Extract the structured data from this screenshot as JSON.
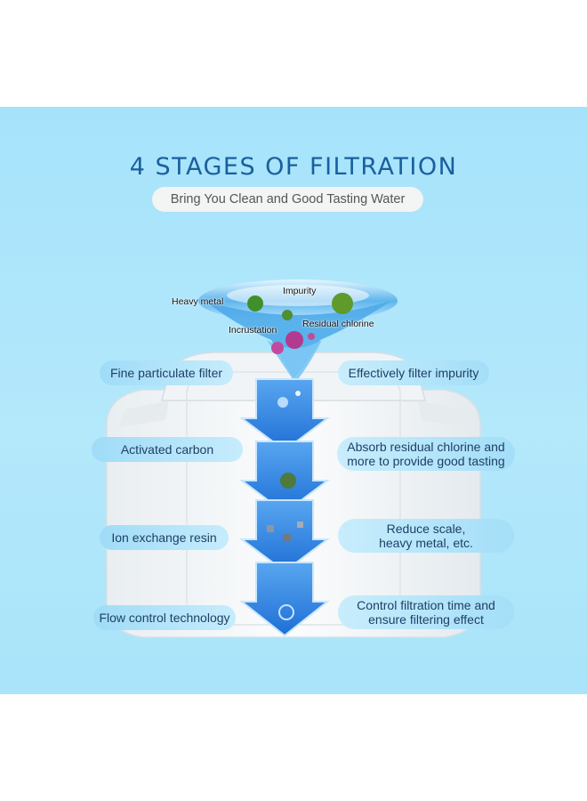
{
  "title": "4 STAGES OF FILTRATION",
  "subtitle": "Bring You Clean and Good Tasting Water",
  "contaminants": {
    "heavy_metal": "Heavy metal",
    "impurity": "Impurity",
    "incrustation": "Incrustation",
    "residual_chlorine": "Residual chlorine"
  },
  "stages": [
    {
      "name": "Fine particulate filter",
      "effect": "Effectively filter impurity"
    },
    {
      "name": "Activated carbon",
      "effect_line1": "Absorb residual chlorine and",
      "effect_line2": "more to provide good tasting"
    },
    {
      "name": "Ion exchange resin",
      "effect_line1": "Reduce scale,",
      "effect_line2": "heavy metal, etc."
    },
    {
      "name": "Flow control technology",
      "effect_line1": "Control filtration time and",
      "effect_line2": "ensure filtering effect"
    }
  ],
  "colors": {
    "background": "#a9e4fa",
    "title": "#1a5f9e",
    "arrow": "#2f7fe0"
  }
}
